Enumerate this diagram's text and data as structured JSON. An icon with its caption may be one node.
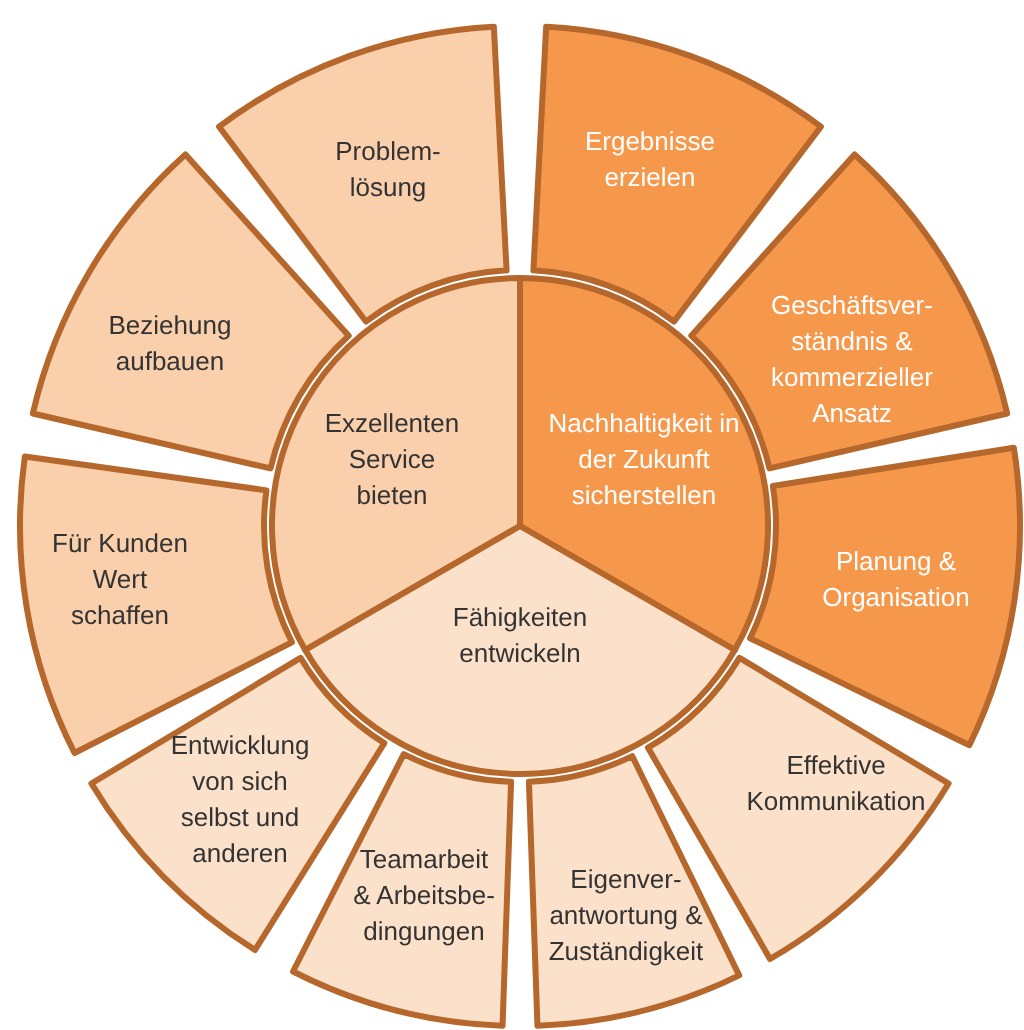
{
  "diagram": {
    "nodes": [
      {
        "text": [
          "Exzellenten Service bieten"
        ]
      },
      {
        "text": [
          "Nachhaltigkeit in der Zukunft sicherstellen"
        ]
      },
      {
        "text": [
          "Fähigkeiten entwickeln"
        ]
      },
      {
        "text": [
          "Problem- lösung"
        ]
      },
      {
        "text": [
          "Ergebnisse erzielen"
        ]
      },
      {
        "text": [
          "Geschäftsver- ständnis & kommerzieller Ansatz"
        ]
      },
      {
        "text": [
          "Planung & Organisation"
        ]
      },
      {
        "text": [
          "Effektive Kommunikation"
        ]
      },
      {
        "text": [
          "Eigenver- antwortung & Zuständigkeit"
        ]
      },
      {
        "text": [
          "Teamarbeit & Arbeitsbe- dingungen"
        ]
      },
      {
        "text": [
          "Entwicklung von sich selbst und anderen"
        ]
      },
      {
        "text": [
          "Für Kunden Wert schaffen"
        ]
      },
      {
        "text": [
          "Beziehung aufbauen"
        ]
      }
    ]
  }
}
